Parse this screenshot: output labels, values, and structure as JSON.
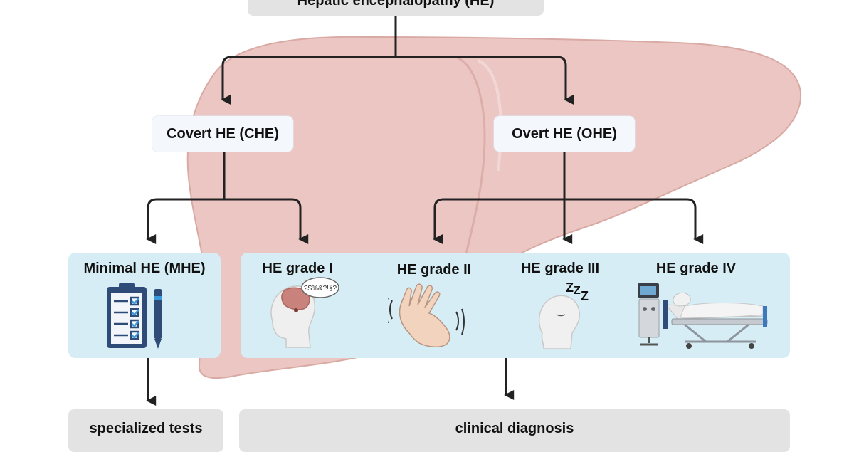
{
  "diagram": {
    "title": "Hepatic encephalopathy (HE)",
    "covert": "Covert HE (CHE)",
    "overt": "Overt HE (OHE)",
    "mhe": "Minimal HE (MHE)",
    "grade1": "HE grade I",
    "grade2": "HE grade II",
    "grade3": "HE grade III",
    "grade4": "HE grade IV",
    "tests": "specialized tests",
    "clinical": "clinical diagnosis",
    "confusion_symbols": "?$%&?!§?",
    "sleep_symbol": "Z",
    "icons": [
      "liver-icon",
      "clipboard-checklist-icon",
      "pen-icon",
      "head-brain-icon",
      "thought-bubble-icon",
      "trembling-hand-icon",
      "sleeping-head-icon",
      "hospital-bed-patient-icon",
      "ventilator-icon"
    ],
    "colors": {
      "liver": "#ecc6c2",
      "panel": "#d6edf5",
      "box_grey": "#e3e3e4",
      "box_light": "#f4f7fb",
      "arrow": "#222222"
    }
  }
}
